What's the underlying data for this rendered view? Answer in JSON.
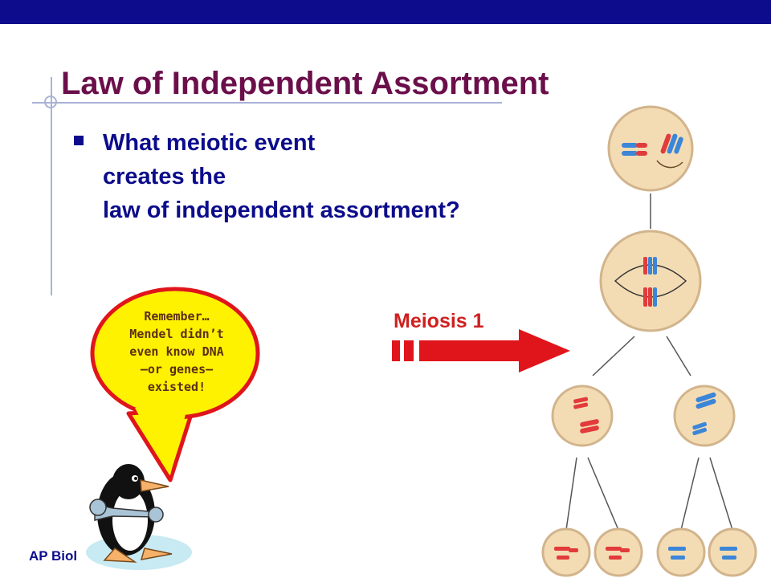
{
  "slide": {
    "title": "Law of Independent Assortment",
    "bullet_lines": [
      "What meiotic event",
      "creates the",
      "law of independent assortment?"
    ],
    "speech_bubble_lines": [
      "Remember…",
      "Mendel didn’t",
      "even know DNA",
      "—or genes—",
      "existed!"
    ],
    "arrow_label": "Meiosis 1",
    "footer": "AP Biol"
  },
  "colors": {
    "title": "#6b0f4b",
    "bullet_text": "#0c0c8c",
    "top_bar": "#0c0c8c",
    "arrow": "#e0151b",
    "bubble_fill": "#fff200",
    "bubble_stroke": "#e0151b",
    "cell_fill": "#f3dcb4",
    "cell_stroke": "#d2b48c",
    "chromosome_red": "#e23b3b",
    "chromosome_blue": "#3b86d8"
  },
  "icons": [
    "square-bullet-icon",
    "penguin-mascot-icon",
    "wrench-icon"
  ]
}
